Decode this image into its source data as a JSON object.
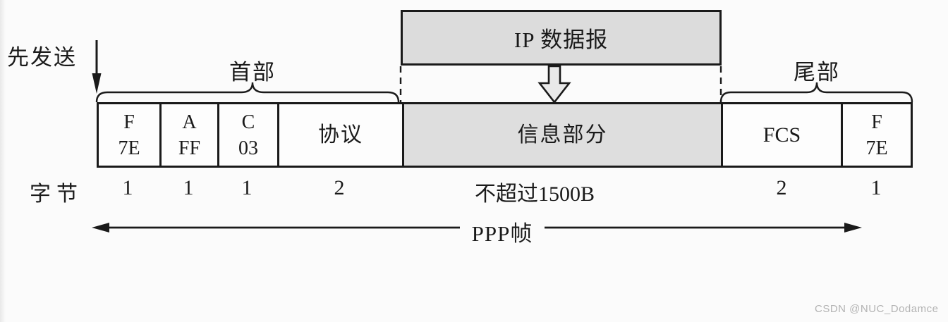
{
  "labels": {
    "send_first": "先发送",
    "header_brace": "首部",
    "trailer_brace": "尾部",
    "ip_datagram": "IP 数据报",
    "bytes_unit": "字节",
    "ppp_frame": "PPP帧"
  },
  "frame": {
    "fields": [
      {
        "name": "flag-start",
        "line1": "F",
        "line2": "7E",
        "bytes": "1"
      },
      {
        "name": "address",
        "line1": "A",
        "line2": "FF",
        "bytes": "1"
      },
      {
        "name": "control",
        "line1": "C",
        "line2": "03",
        "bytes": "1"
      },
      {
        "name": "protocol",
        "line1": "协议",
        "bytes": "2"
      },
      {
        "name": "information",
        "line1": "信息部分",
        "bytes": "不超过1500B"
      },
      {
        "name": "fcs",
        "line1": "FCS",
        "bytes": "2"
      },
      {
        "name": "flag-end",
        "line1": "F",
        "line2": "7E",
        "bytes": "1"
      }
    ]
  },
  "watermark": "CSDN @NUC_Dodamce",
  "colors": {
    "shade_fill": "#dcdcdc",
    "arrow_fill": "#e9e9e9",
    "line": "#1a1a1a",
    "background": "#fbfbfb",
    "watermark": "#b3b3b3"
  }
}
